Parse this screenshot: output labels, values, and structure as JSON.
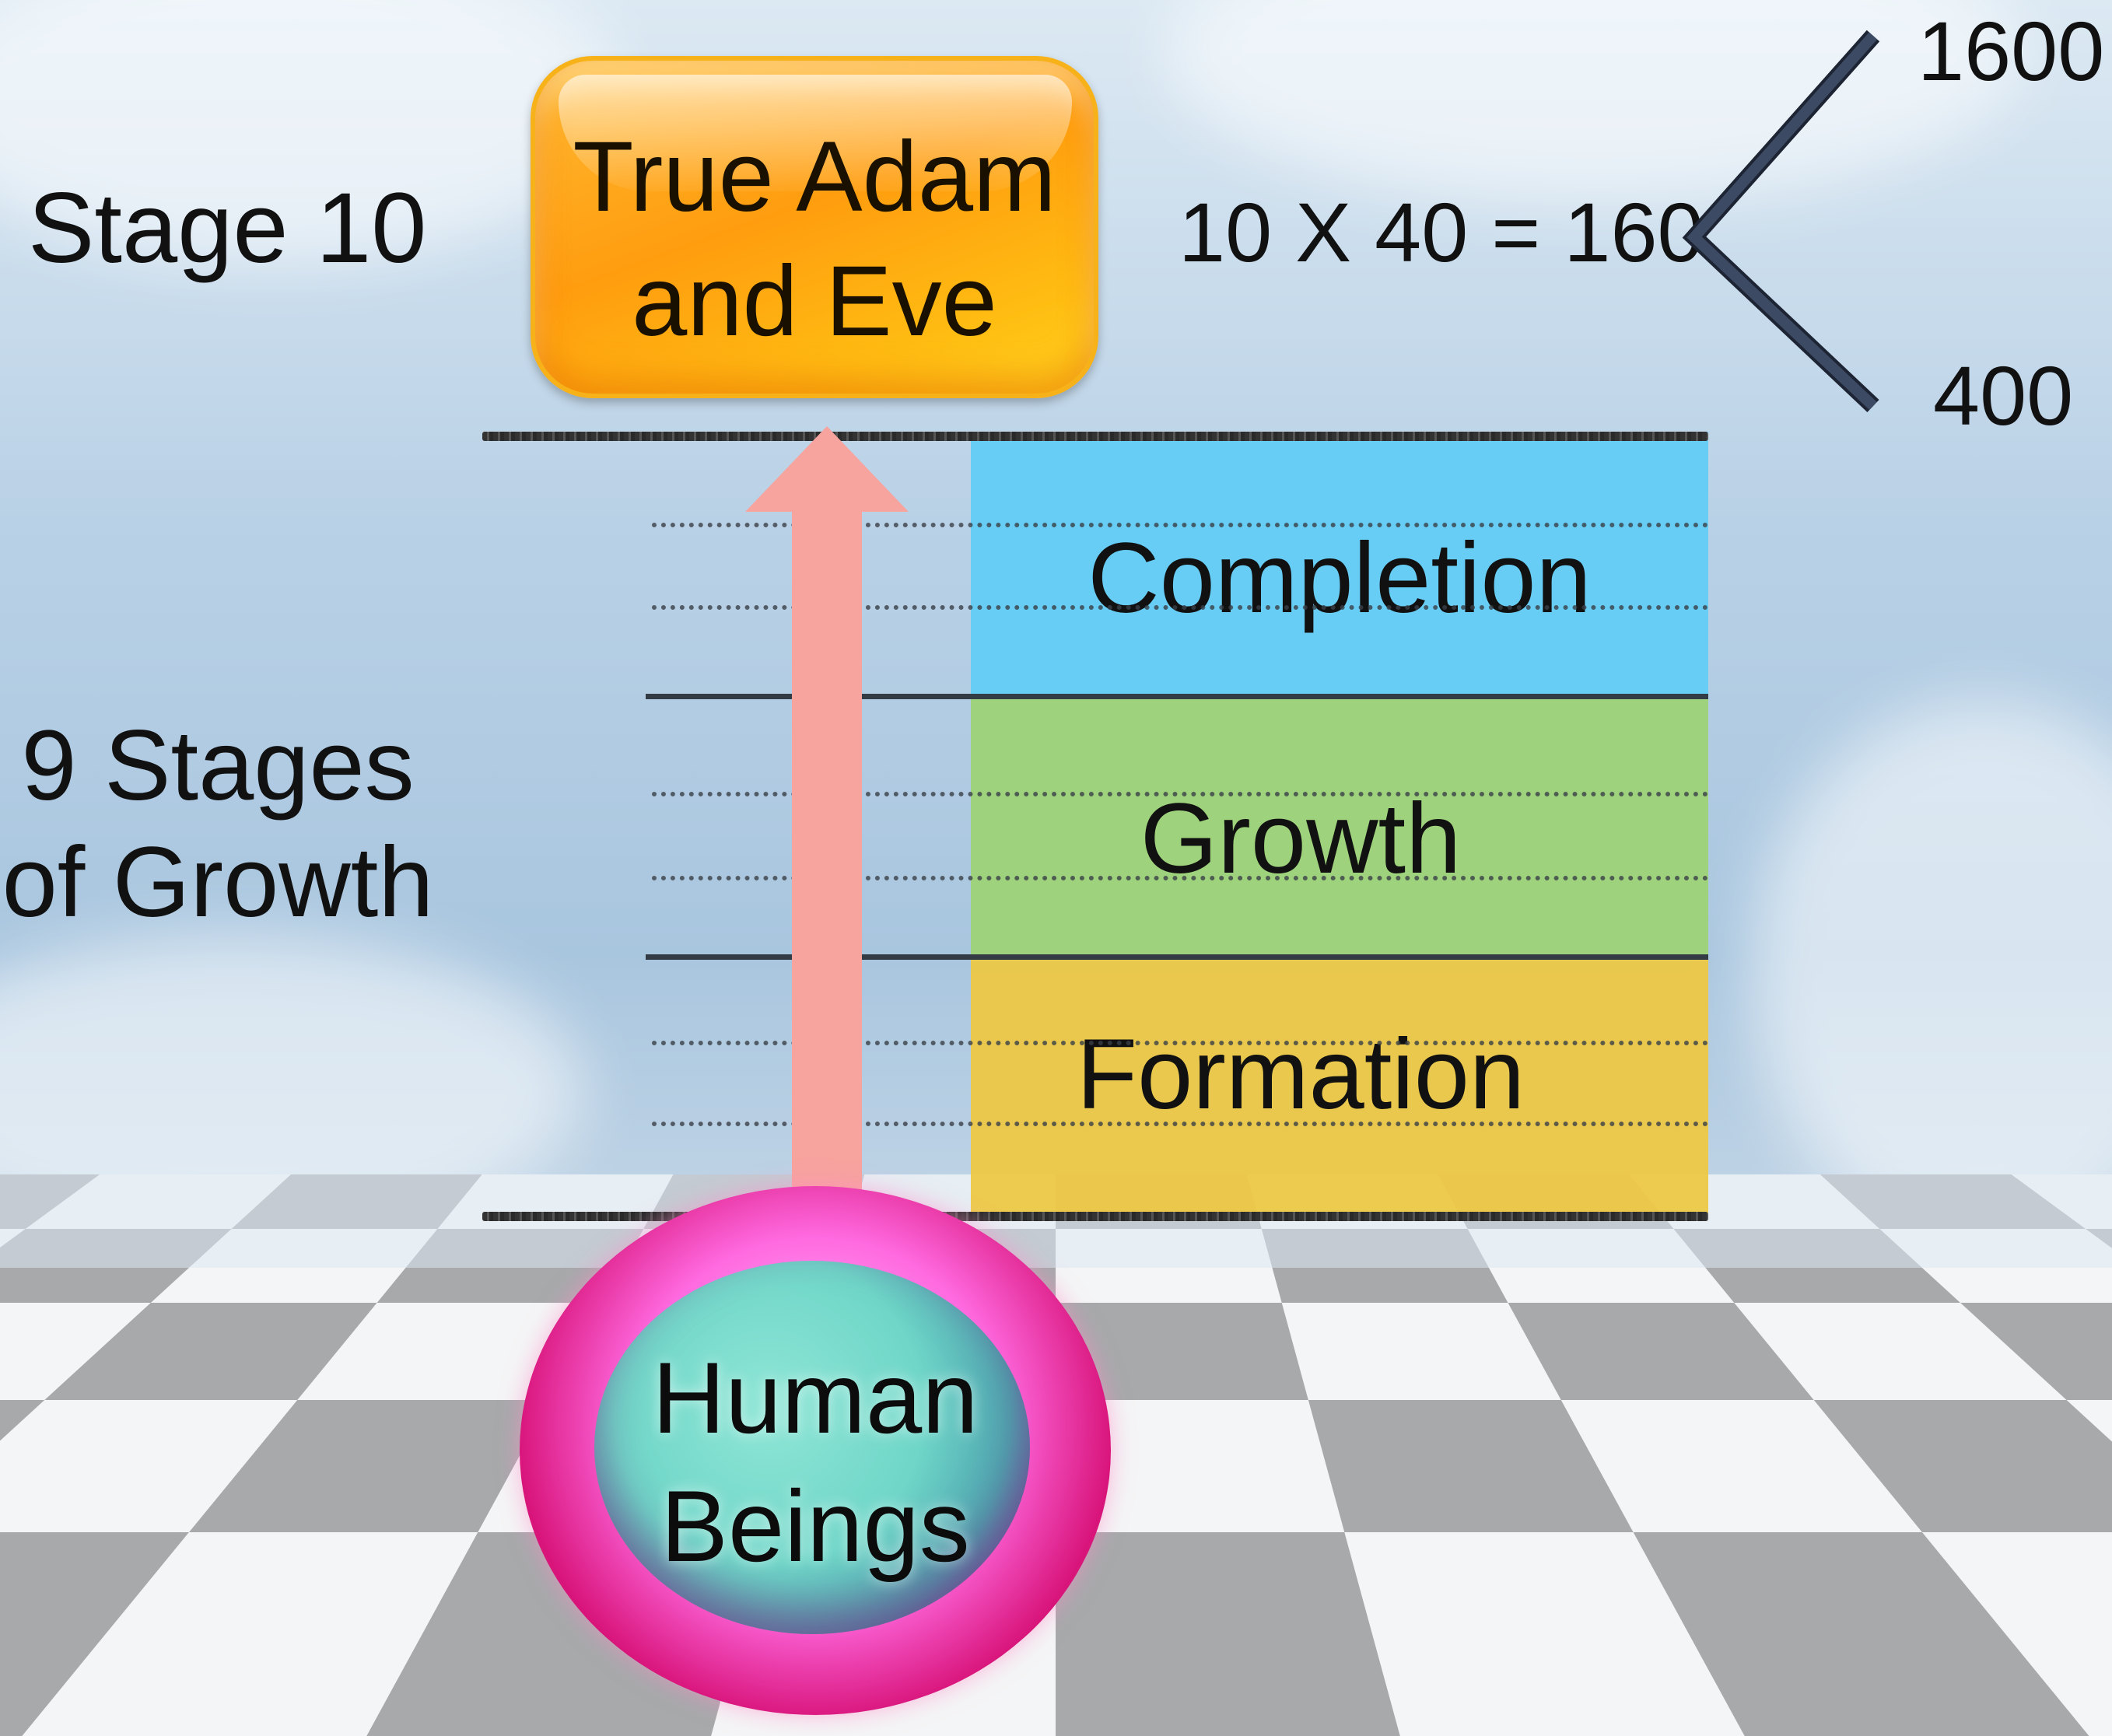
{
  "stage_top": {
    "label": "Stage 10",
    "box_text": "True Adam and Eve"
  },
  "equation": {
    "text": "10 X 40 = 160",
    "upper_value": "1600",
    "lower_value": "400"
  },
  "stages_label": "9 Stages of Growth",
  "bands": [
    {
      "label": "Completion",
      "color": "#67cdf4"
    },
    {
      "label": "Growth",
      "color": "#9fd27c"
    },
    {
      "label": "Formation",
      "color": "#eec840"
    }
  ],
  "base_label": "Human Beings",
  "colors": {
    "arrow": "#f7a39e",
    "box": "#ffa61a",
    "bracket": "#3c4a63"
  }
}
